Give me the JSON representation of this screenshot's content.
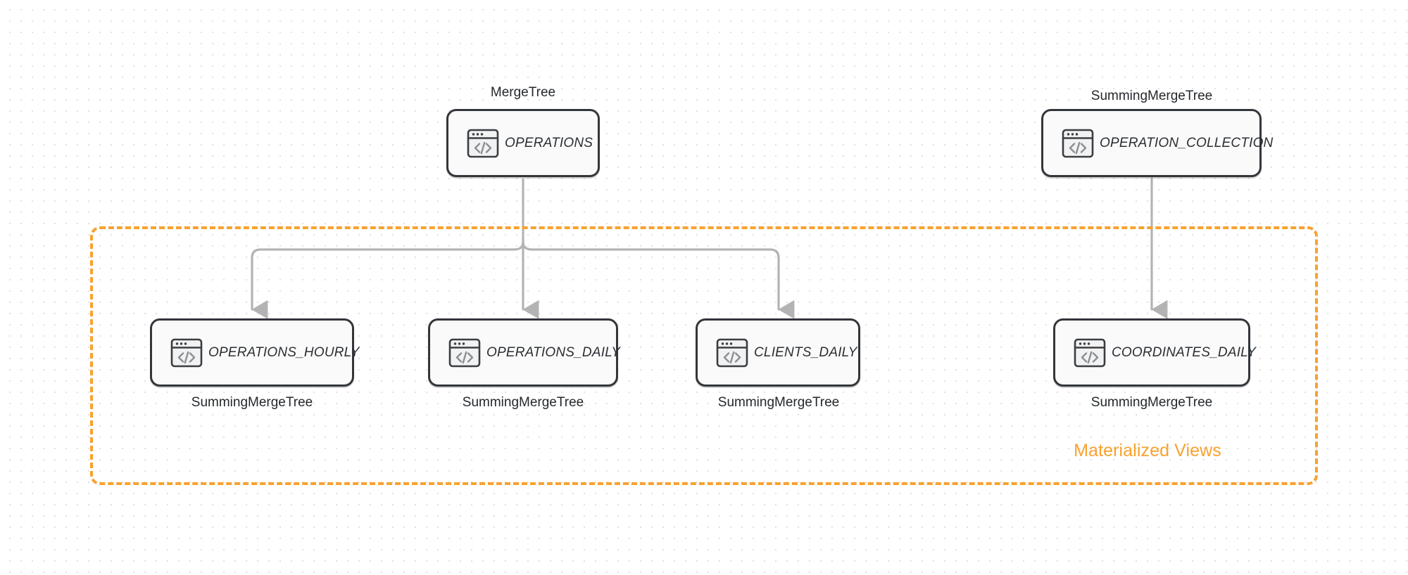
{
  "diagram": {
    "background": "#ffffff",
    "dot_color": "#e3e1e1",
    "node_border_color": "#32363b",
    "node_fill_color": "#fafafa",
    "arrow_color": "#b3b3b3",
    "group_color": "#F9A12E"
  },
  "group": {
    "label": "Materialized Views"
  },
  "nodes": {
    "operations": {
      "title": "OPERATIONS",
      "engine": "MergeTree",
      "icon": "code-window-icon"
    },
    "operation_collection": {
      "title": "OPERATION_COLLECTION",
      "engine": "SummingMergeTree",
      "icon": "code-window-icon"
    },
    "operations_hourly": {
      "title": "OPERATIONS_HOURLY",
      "engine": "SummingMergeTree",
      "icon": "code-window-icon"
    },
    "operations_daily": {
      "title": "OPERATIONS_DAILY",
      "engine": "SummingMergeTree",
      "icon": "code-window-icon"
    },
    "clients_daily": {
      "title": "CLIENTS_DAILY",
      "engine": "SummingMergeTree",
      "icon": "code-window-icon"
    },
    "coordinates_daily": {
      "title": "COORDINATES_DAILY",
      "engine": "SummingMergeTree",
      "icon": "code-window-icon"
    }
  },
  "edges": [
    {
      "from": "operations",
      "to": "operations_hourly"
    },
    {
      "from": "operations",
      "to": "operations_daily"
    },
    {
      "from": "operations",
      "to": "clients_daily"
    },
    {
      "from": "operation_collection",
      "to": "coordinates_daily"
    }
  ]
}
